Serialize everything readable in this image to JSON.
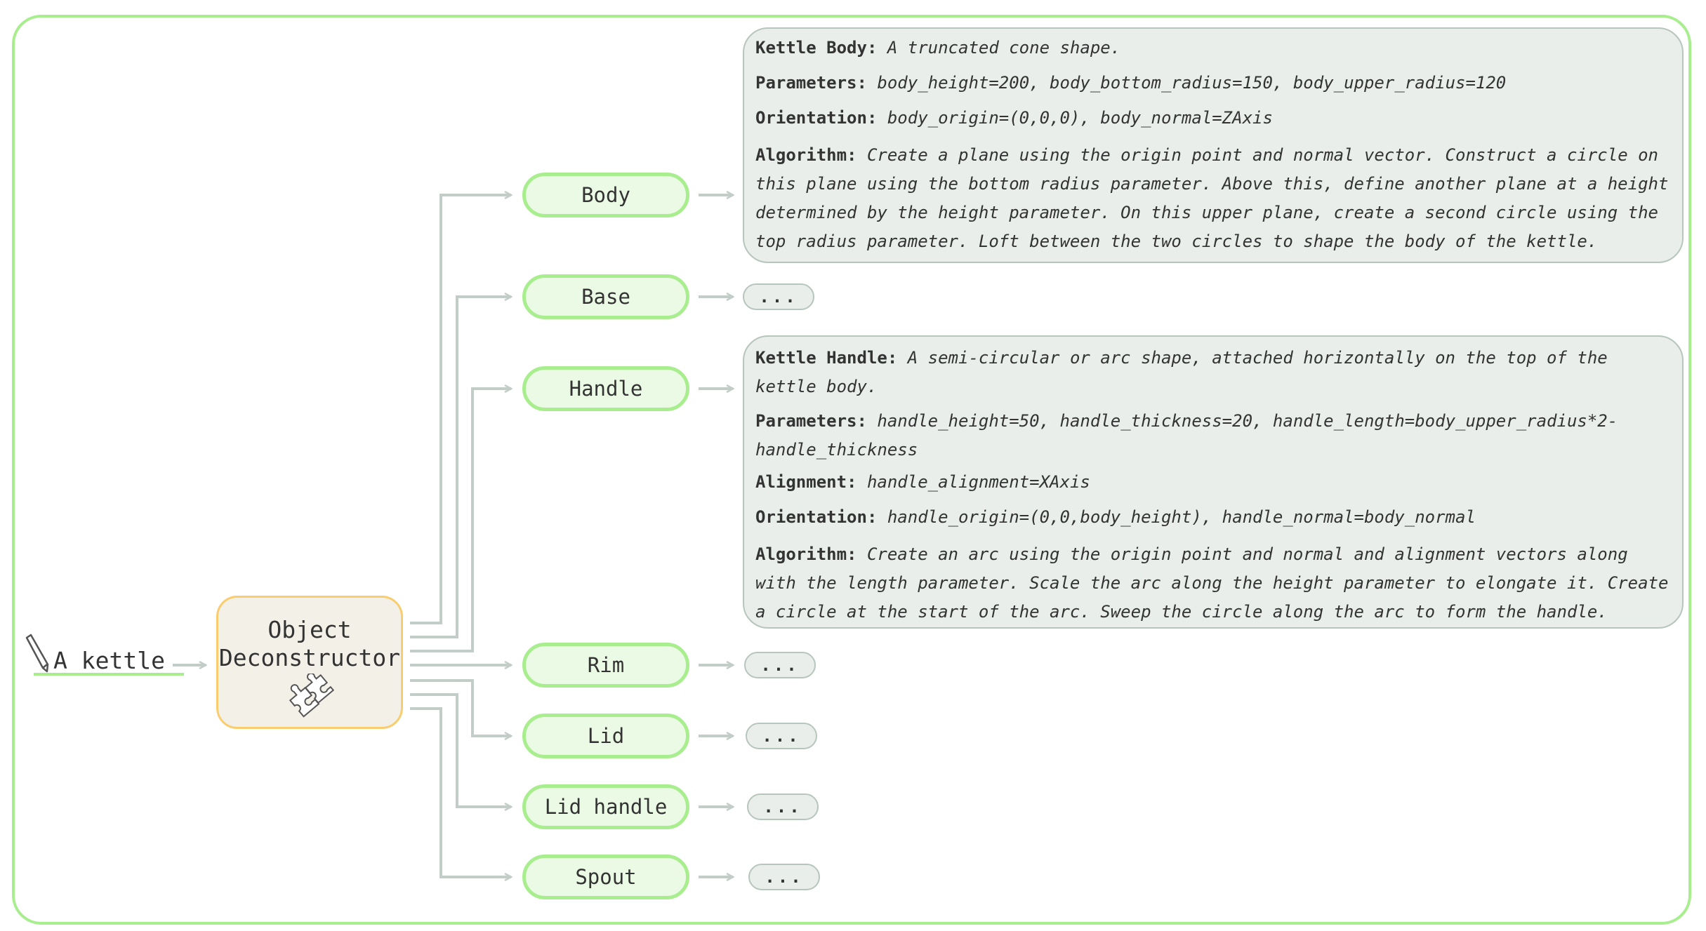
{
  "input_label": "A kettle",
  "deconstructor": {
    "line1": "Object",
    "line2": "Deconstructor",
    "icon": "puzzle-icon"
  },
  "input_icon": "pencil-icon",
  "parts": [
    {
      "label": "Body"
    },
    {
      "label": "Base"
    },
    {
      "label": "Handle"
    },
    {
      "label": "Rim"
    },
    {
      "label": "Lid"
    },
    {
      "label": "Lid handle"
    },
    {
      "label": "Spout"
    }
  ],
  "body_detail": {
    "title_key": "Kettle Body:",
    "title_val": "A truncated cone shape.",
    "params_key": "Parameters:",
    "params_val": "body_height=200, body_bottom_radius=150, body_upper_radius=120",
    "orient_key": "Orientation:",
    "orient_val": "body_origin=(0,0,0), body_normal=ZAxis",
    "algo_key": "Algorithm:",
    "algo_val": "Create a plane using the origin point and normal vector. Construct a circle on this plane using the bottom radius parameter. Above this, define another plane at a height determined by the height parameter. On this upper plane, create a second circle using the top radius parameter. Loft between the two circles to shape the body of the kettle."
  },
  "handle_detail": {
    "title_key": "Kettle Handle:",
    "title_val": "A semi-circular or arc shape, attached horizontally on the top of the kettle body.",
    "params_key": "Parameters:",
    "params_val": "handle_height=50, handle_thickness=20, handle_length=body_upper_radius*2-handle_thickness",
    "align_key": "Alignment:",
    "align_val": "handle_alignment=XAxis",
    "orient_key": "Orientation:",
    "orient_val": "handle_origin=(0,0,body_height), handle_normal=body_normal",
    "algo_key": "Algorithm:",
    "algo_val": "Create an arc using the origin point and normal and alignment vectors along with the length parameter. Scale the arc along the height parameter to elongate it. Create a circle at the start of the arc. Sweep the circle along the arc to form the handle."
  },
  "ellipsis": "...",
  "colors": {
    "frame": "#a8ee8f",
    "node_fill": "#ebfae4",
    "deconstructor_fill": "#f3f0e7",
    "deconstructor_border": "#f9cd6f",
    "info_fill": "#e9eeea",
    "connector": "#c2cdc8"
  }
}
